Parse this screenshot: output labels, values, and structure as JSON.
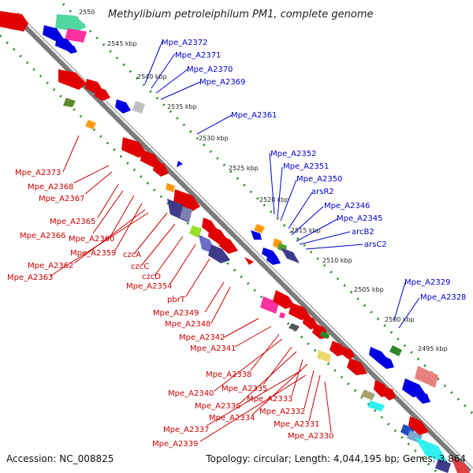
{
  "title": "Methylibium petroleiphilum PM1, complete genome",
  "footer": {
    "accession": "Accession: NC_008825",
    "topology": "Topology: circular; Length: 4,044,195 bp; Genes: 3,864"
  },
  "ticks": [
    "2550",
    "2545 kbp",
    "2540 kbp",
    "2535 kbp",
    "2530 kbp",
    "2525 kbp",
    "2520 kbp",
    "2515 kbp",
    "2510 kbp",
    "2505 kbp",
    "2500 kbp",
    "2495 kbp"
  ],
  "red_labels": [
    "Mpe_A2373",
    "Mpe_A2368",
    "Mpe_A2367",
    "Mpe_A2365",
    "Mpe_A2366",
    "Mpe_A2360",
    "Mpe_A2359",
    "Mpe_A2362",
    "Mpe_A2363",
    "czcA",
    "czcC",
    "czcD",
    "Mpe_A2354",
    "pbrT",
    "Mpe_A2349",
    "Mpe_A2348",
    "Mpe_A2342",
    "Mpe_A2341",
    "Mpe_A2338",
    "Mpe_A2340",
    "Mpe_A2335",
    "Mpe_A2336",
    "Mpe_A2333",
    "Mpe_A2334",
    "Mpe_A2332",
    "Mpe_A2337",
    "Mpe_A2331",
    "Mpe_A2339",
    "Mpe_A2330"
  ],
  "blue_labels": [
    "Mpe_A2372",
    "Mpe_A2371",
    "Mpe_A2370",
    "Mpe_A2369",
    "Mpe_A2361",
    "Mpe_A2352",
    "Mpe_A2351",
    "Mpe_A2350",
    "arsR2",
    "Mpe_A2346",
    "Mpe_A2345",
    "arcB2",
    "arsC2",
    "Mpe_A2329",
    "Mpe_A2328"
  ]
}
